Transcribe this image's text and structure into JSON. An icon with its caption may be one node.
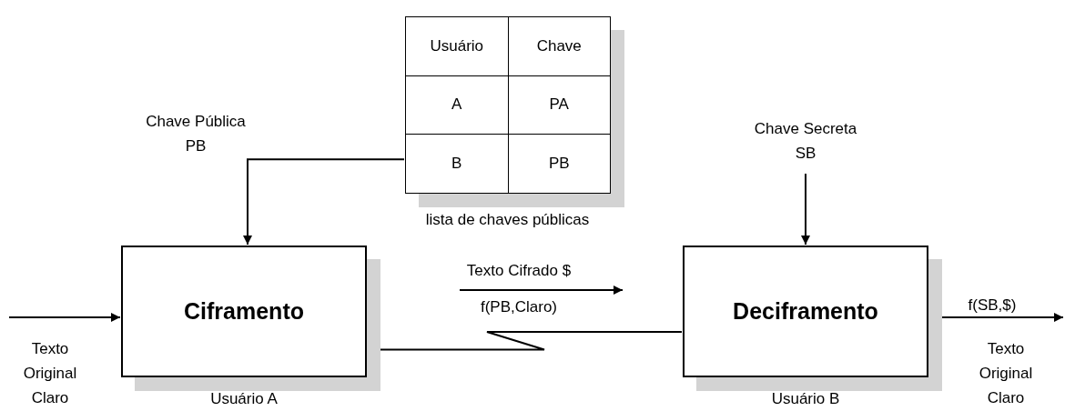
{
  "diagram": {
    "nodes": [
      {
        "text": [
          "Usuário",
          "Chave",
          "A",
          "PA",
          "B",
          "PB"
        ],
        "beside": [
          "lista de chaves públicas"
        ]
      },
      {
        "text": [
          "Ciframento"
        ],
        "beside": [
          "Usuário A"
        ]
      },
      {
        "text": [
          "Deciframento"
        ],
        "beside": [
          "Usuário B"
        ]
      },
      {
        "text": [
          "Chave Secreta SB"
        ]
      }
    ],
    "edges": [
      {
        "from": 0,
        "to": 1,
        "arrow": "to",
        "label": "Chave Pública PB"
      },
      {
        "from": 3,
        "to": 2,
        "arrow": "to"
      },
      {
        "from": null,
        "to": 1,
        "arrow": "to",
        "label": "Texto Original Claro"
      },
      {
        "from": 1,
        "to": 2,
        "arrow": "none"
      },
      {
        "from": 2,
        "to": null,
        "arrow": "to",
        "label": "f(SB,$)"
      }
    ],
    "labels": [
      "Texto Cifrado $",
      "f(PB,Claro)",
      "Texto Original Claro"
    ]
  }
}
